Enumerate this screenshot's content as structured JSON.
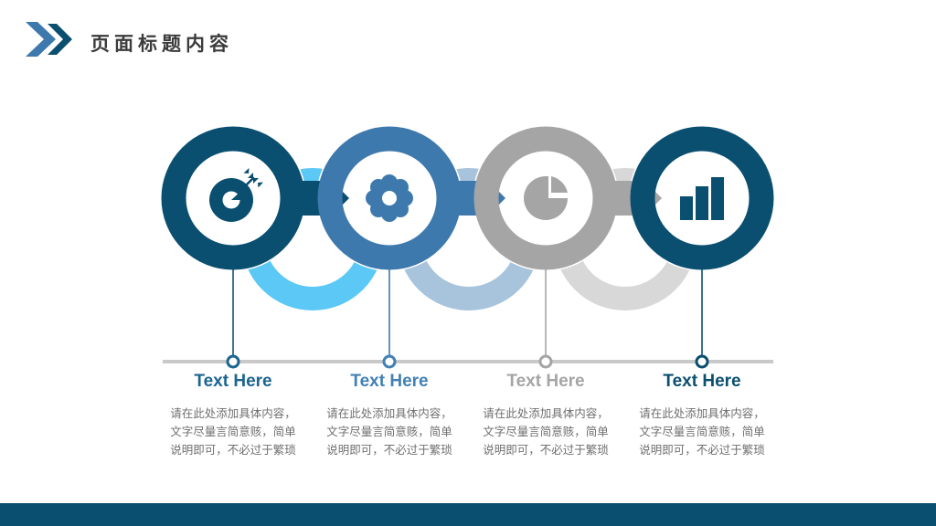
{
  "header": {
    "title": "页面标题内容",
    "mark_icon": "double-chevron-icon",
    "chevron_light_color": "#3e79ad",
    "chevron_dark_color": "#0a4f70"
  },
  "theme": {
    "background": "#ffffff",
    "footer_color": "#0a4f70",
    "timeline_color": "#c9c9c9",
    "body_text_color": "#6f6f6f"
  },
  "steps": [
    {
      "icon": "target-arrow-icon",
      "ring_color": "#0a4f70",
      "halo_color": "#5bc8f5",
      "arrow_color": "#0a4f70",
      "title": "Text Here",
      "title_color": "#1b6591",
      "marker_color": "#1b6591",
      "body": [
        "请在此处添加具体内容，",
        "文字尽量言简意赅，简单",
        "说明即可，不必过于繁琐"
      ]
    },
    {
      "icon": "gear-icon",
      "ring_color": "#3e79ad",
      "halo_color": "#a8c4dc",
      "arrow_color": "#3e79ad",
      "title": "Text Here",
      "title_color": "#4281b4",
      "marker_color": "#4281b4",
      "body": [
        "请在此处添加具体内容，",
        "文字尽量言简意赅，简单",
        "说明即可，不必过于繁琐"
      ]
    },
    {
      "icon": "pie-chart-icon",
      "ring_color": "#a5a5a5",
      "halo_color": "#d8d8d8",
      "arrow_color": "#a5a5a5",
      "title": "Text Here",
      "title_color": "#a5a5a5",
      "marker_color": "#a5a5a5",
      "body": [
        "请在此处添加具体内容，",
        "文字尽量言简意赅，简单",
        "说明即可，不必过于繁琐"
      ]
    },
    {
      "icon": "bar-chart-icon",
      "ring_color": "#0a4f70",
      "halo_color": "#ffffff",
      "arrow_color": "#0a4f70",
      "title": "Text Here",
      "title_color": "#0a4f70",
      "marker_color": "#0a4f70",
      "body": [
        "请在此处添加具体内容，",
        "文字尽量言简意赅，简单",
        "说明即可，不必过于繁琐"
      ]
    }
  ]
}
